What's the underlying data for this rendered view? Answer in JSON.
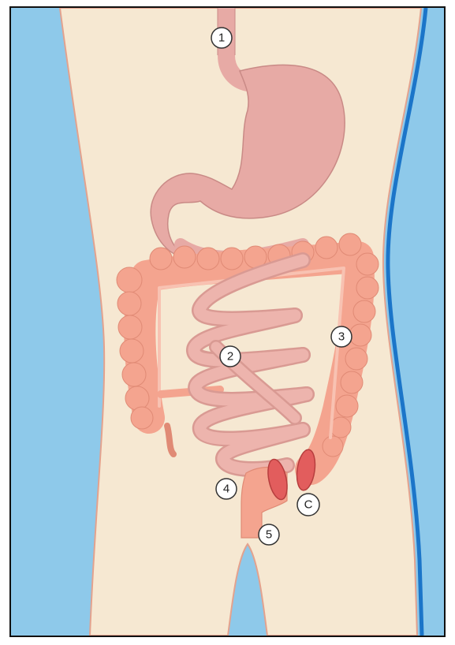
{
  "diagram": {
    "colors": {
      "background": "#8ec9ea",
      "body_skin": "#f6e8d2",
      "body_outline": "#e3a28e",
      "stomach": "#e7aaa5",
      "small_intestine": "#edb4ad",
      "colon": "#f4a48f",
      "sphincter": "#e25d5d",
      "blue_edge": "#1b75c9"
    },
    "labels": [
      {
        "id": "label-1",
        "text": "1"
      },
      {
        "id": "label-2",
        "text": "2"
      },
      {
        "id": "label-3",
        "text": "3"
      },
      {
        "id": "label-4",
        "text": "4"
      },
      {
        "id": "label-5",
        "text": "5"
      },
      {
        "id": "label-c",
        "text": "C"
      }
    ]
  }
}
